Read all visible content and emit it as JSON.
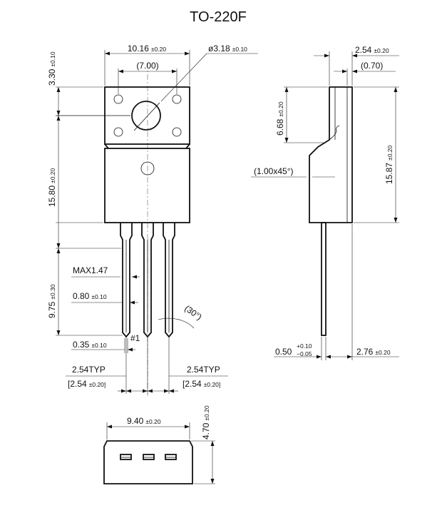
{
  "title": "TO-220F",
  "front": {
    "width": {
      "main": "10.16",
      "tol": "±0.20"
    },
    "inner": "(7.00)",
    "hole": {
      "main": "ø3.18",
      "tol": "±0.10"
    },
    "top_height": {
      "main": "3.30",
      "tol": "±0.10"
    },
    "body_height": {
      "main": "15.80",
      "tol": "±0.20"
    },
    "lead_length": {
      "main": "9.75",
      "tol": "±0.30"
    },
    "max_lead": "MAX1.47",
    "lead_width": {
      "main": "0.80",
      "tol": "±0.10"
    },
    "pin1": "#1",
    "lead_thick": {
      "main": "0.35",
      "tol": "±0.10"
    },
    "angle": "(30°)",
    "pitch_left": {
      "typ": "2.54TYP",
      "main": "[2.54",
      "tol": "±0.20]"
    },
    "pitch_right": {
      "typ": "2.54TYP",
      "main": "[2.54",
      "tol": "±0.20]"
    }
  },
  "side": {
    "thickness": {
      "main": "2.54",
      "tol": "±0.20"
    },
    "tab": "(0.70)",
    "upper_height": {
      "main": "6.68",
      "tol": "±0.20"
    },
    "chamfer": "(1.00x45°)",
    "total_height": {
      "main": "15.87",
      "tol": "±0.20"
    },
    "lead_thickness": {
      "main": "0.50",
      "tol_plus": "+0.10",
      "tol_minus": "−0.05"
    },
    "lead_offset": {
      "main": "2.76",
      "tol": "±0.20"
    }
  },
  "bottom": {
    "width": {
      "main": "9.40",
      "tol": "±0.20"
    },
    "height": {
      "main": "4.70",
      "tol": "±0.20"
    }
  }
}
